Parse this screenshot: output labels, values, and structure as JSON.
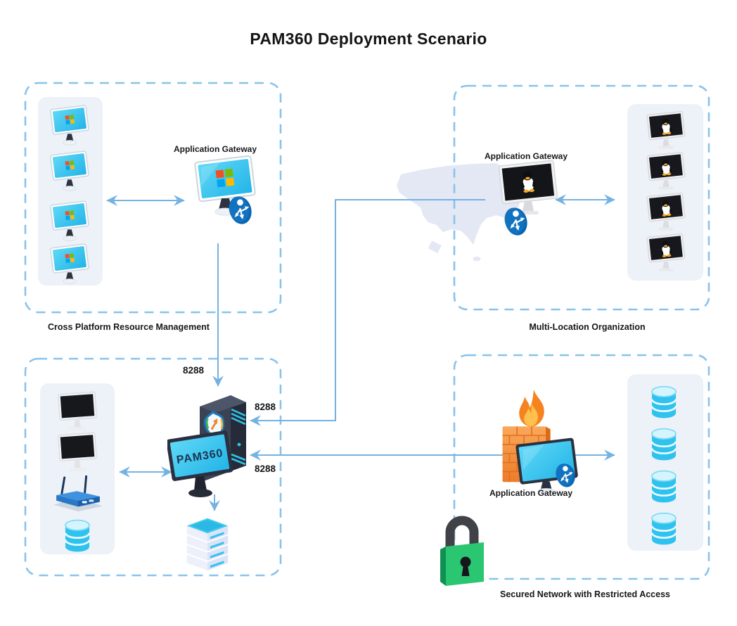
{
  "title": "PAM360 Deployment Scenario",
  "sections": {
    "cross_platform": {
      "caption": "Cross Platform Resource Management",
      "gateway_label": "Application Gateway"
    },
    "multi_location": {
      "caption": "Multi-Location Organization",
      "gateway_label": "Application Gateway"
    },
    "pam_server": {
      "screen_label": "PAM360",
      "port_from_gateway": "8288",
      "port_from_multi_location": "8288",
      "port_from_secured_network": "8288"
    },
    "secured_network": {
      "caption": "Secured Network with Restricted Access",
      "gateway_label": "Application Gateway"
    }
  },
  "icons": {
    "windows-workstation-icon": "tilted monitor with four-color Windows logo on cyan screen",
    "linux-workstation-icon": "tilted monitor with Tux penguin on black screen",
    "workstation-monitor-icon": "dark monitor with silver frame",
    "wifi-router-icon": "blue router with two antennas",
    "database-icon": "cyan cylinder with white bands",
    "pam360-server-icon": "dark server tower with shield logo and PAM360 console monitor",
    "server-stack-icon": "isometric stack of rack servers with cyan top",
    "firewall-icon": "orange brick wall with flame",
    "load-balancer-icon": "blue ellipse badge with branching white arrows",
    "padlock-icon": "green padlock with dark shackle",
    "usa-map": "pale United States silhouette"
  },
  "colors": {
    "connector_blue": "#74b2e2",
    "box_border_blue": "#88c3ec",
    "panel_gray": "#edf1f8",
    "map_lavender": "#e3e8f4",
    "screen_cyan": "#3cc9f0",
    "badge_blue": "#0b66b2",
    "firewall_orange": "#ef8030",
    "flame_yellow": "#ffc14b",
    "lock_green": "#2bc672",
    "tower_dark": "#3b4254"
  }
}
